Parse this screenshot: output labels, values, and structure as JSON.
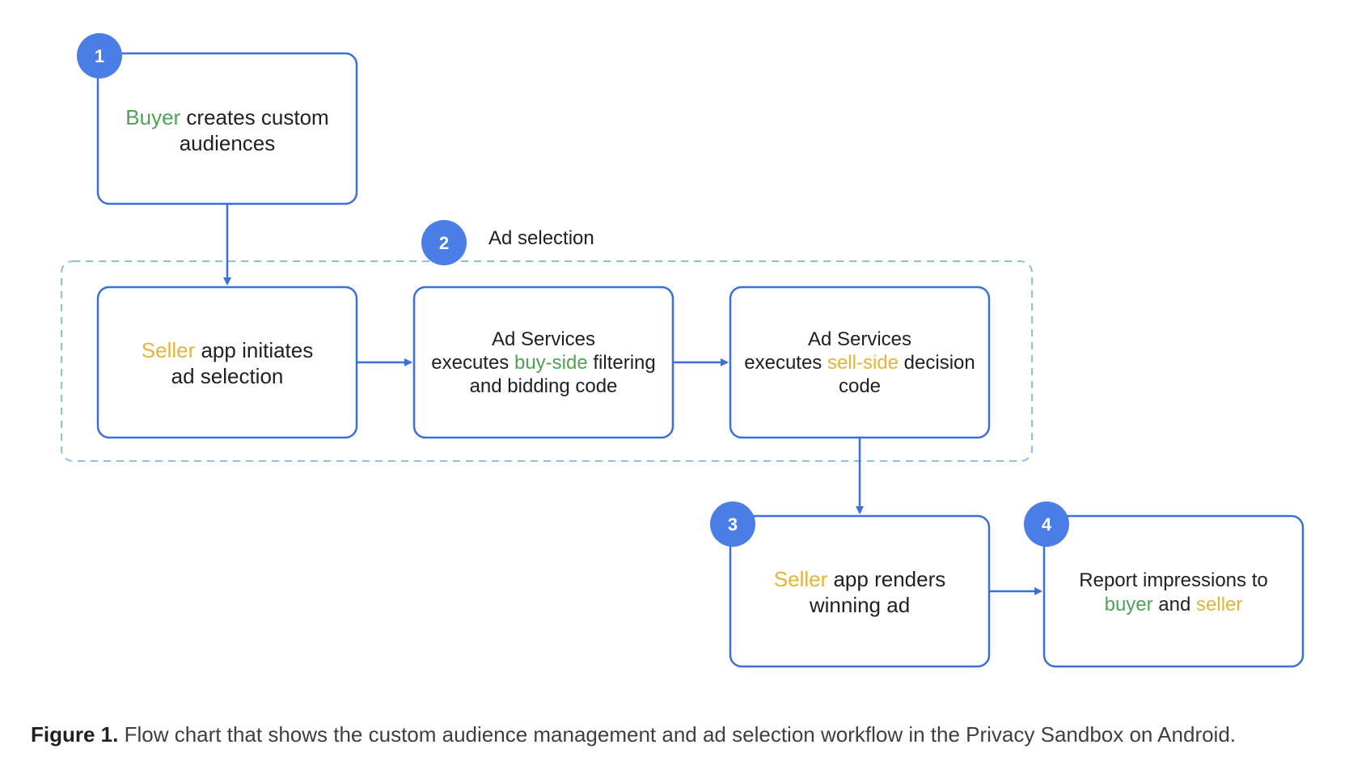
{
  "colors": {
    "accent": "#4a7ee6",
    "box_stroke": "#3c6fd8",
    "dashed": "#8fbde6",
    "buyer": "#4fa356",
    "seller": "#e4b339",
    "text": "#202124"
  },
  "group": {
    "badge": "2",
    "label": "Ad selection"
  },
  "step1": {
    "badge": "1",
    "line1": [
      {
        "t": "Buyer",
        "c": "buyer"
      },
      {
        "t": " creates custom",
        "c": "text"
      }
    ],
    "line2": [
      {
        "t": "audiences",
        "c": "text"
      }
    ]
  },
  "step2a": {
    "line1": [
      {
        "t": "Seller",
        "c": "seller"
      },
      {
        "t": " app initiates",
        "c": "text"
      }
    ],
    "line2": [
      {
        "t": "ad selection",
        "c": "text"
      }
    ]
  },
  "step2b": {
    "line1": [
      {
        "t": "Ad Services",
        "c": "text"
      }
    ],
    "line2": [
      {
        "t": "executes ",
        "c": "text"
      },
      {
        "t": "buy-side",
        "c": "buyer"
      },
      {
        "t": " filtering",
        "c": "text"
      }
    ],
    "line3": [
      {
        "t": "and bidding code",
        "c": "text"
      }
    ]
  },
  "step2c": {
    "line1": [
      {
        "t": "Ad Services",
        "c": "text"
      }
    ],
    "line2": [
      {
        "t": "executes ",
        "c": "text"
      },
      {
        "t": "sell-side",
        "c": "seller"
      },
      {
        "t": " decision",
        "c": "text"
      }
    ],
    "line3": [
      {
        "t": "code",
        "c": "text"
      }
    ]
  },
  "step3": {
    "badge": "3",
    "line1": [
      {
        "t": "Seller",
        "c": "seller"
      },
      {
        "t": " app renders",
        "c": "text"
      }
    ],
    "line2": [
      {
        "t": "winning ad",
        "c": "text"
      }
    ]
  },
  "step4": {
    "badge": "4",
    "line1": [
      {
        "t": "Report impressions to",
        "c": "text"
      }
    ],
    "line2": [
      {
        "t": "buyer",
        "c": "buyer"
      },
      {
        "t": " and ",
        "c": "text"
      },
      {
        "t": "seller",
        "c": "seller"
      }
    ]
  },
  "caption": {
    "bold": "Figure 1.",
    "text": " Flow chart that shows the custom audience management and ad selection workflow in the Privacy Sandbox on Android."
  }
}
